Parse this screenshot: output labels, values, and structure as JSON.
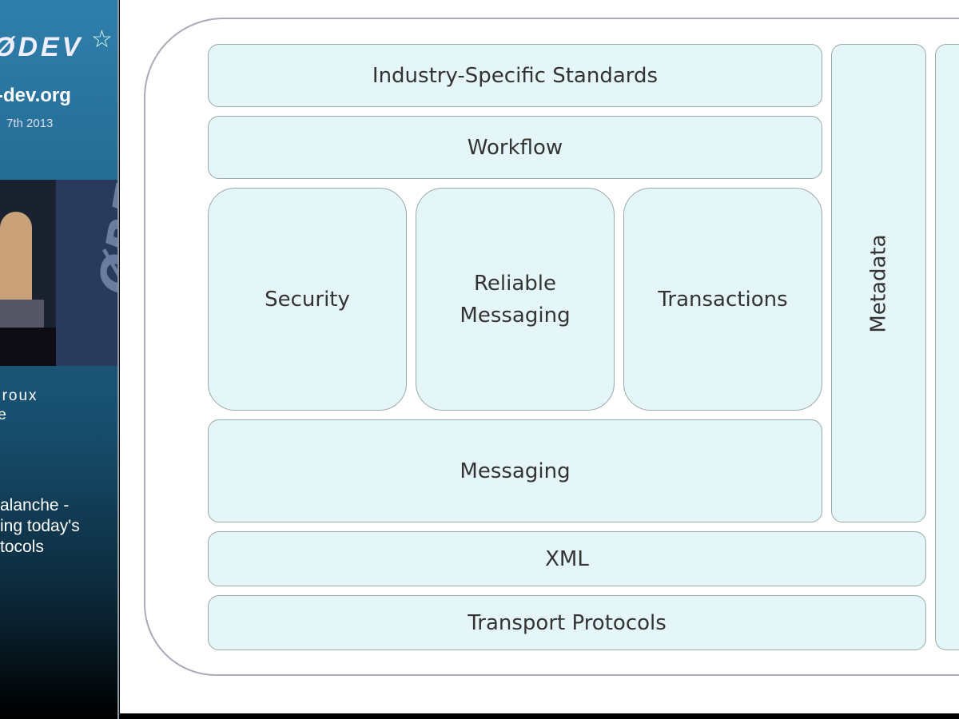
{
  "sidebar": {
    "logo": "ØDEV",
    "star_icon": "star-icon",
    "site": "-dev.org",
    "date": "7th 2013",
    "speaker": [
      "eroux",
      "te"
    ],
    "talk_title": [
      "alanche -",
      "ing today's",
      "tocols"
    ]
  },
  "slide": {
    "industry": "Industry-Specific Standards",
    "workflow": "Workflow",
    "security": "Security",
    "reliable": "Reliable Messaging",
    "transactions": "Transactions",
    "messaging": "Messaging",
    "metadata": "Metadata",
    "xml": "XML",
    "transport": "Transport Protocols"
  }
}
